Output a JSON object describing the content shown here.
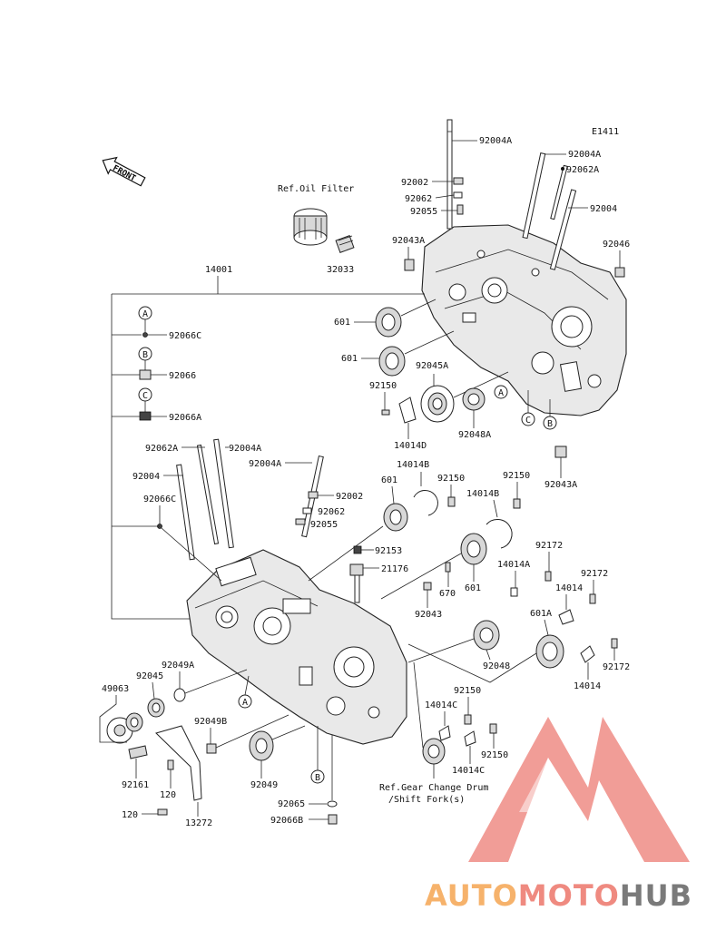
{
  "diagram": {
    "code": "E1411",
    "front_label": "FRONT",
    "ref_oil_filter": "Ref.Oil Filter",
    "ref_gear_line1": "Ref.Gear Change Drum",
    "ref_gear_line2": "/Shift Fork(s)",
    "labels": {
      "l92004A_1": "92004A",
      "l92004A_2": "92004A",
      "l92062A_1": "92062A",
      "l92004_1": "92004",
      "l92002_1": "92002",
      "l92062_1": "92062",
      "l92055_1": "92055",
      "l92043A_1": "92043A",
      "l92046": "92046",
      "l32033": "32033",
      "l14001": "14001",
      "l92066C_1": "92066C",
      "l92066": "92066",
      "l92066A": "92066A",
      "l601_1": "601",
      "l601_2": "601",
      "l92045A": "92045A",
      "l92150_1": "92150",
      "l14014D": "14014D",
      "l92048A": "92048A",
      "l92043A_2": "92043A",
      "l92062A_2": "92062A",
      "l92004A_3": "92004A",
      "l92004A_4": "92004A",
      "l92004_2": "92004",
      "l92066C_2": "92066C",
      "l92002_2": "92002",
      "l92062_2": "92062",
      "l92055_2": "92055",
      "l601_3": "601",
      "l14014B_1": "14014B",
      "l92150_2": "92150",
      "l92150_3": "92150",
      "l14014B_2": "14014B",
      "l92153": "92153",
      "l21176": "21176",
      "l601_4": "601",
      "l14014A": "14014A",
      "l92172_1": "92172",
      "l92172_2": "92172",
      "l14014_1": "14014",
      "l670": "670",
      "l92043": "92043",
      "l601A": "601A",
      "l92048": "92048",
      "l92172_3": "92172",
      "l14014_2": "14014",
      "l49063": "49063",
      "l92045": "92045",
      "l92049A": "92049A",
      "l92049B": "92049B",
      "l92150_4": "92150",
      "l14014C_1": "14014C",
      "l92150_5": "92150",
      "l14014C_2": "14014C",
      "l92161": "92161",
      "l120_1": "120",
      "l120_2": "120",
      "l13272": "13272",
      "l92049": "92049",
      "l92065": "92065",
      "l92066B": "92066B"
    },
    "callouts": {
      "a1": "A",
      "b1": "B",
      "c1": "C",
      "a2": "A",
      "c2": "C",
      "b2": "B",
      "a3": "A",
      "b3": "B"
    }
  },
  "watermark": {
    "part1": "AUTO",
    "part2": "MOTO",
    "part3": "HUB",
    "color1": "#f6b26b",
    "color2": "#ef8a80",
    "color3": "#7a7a7a",
    "logo_color": "#ef8c86"
  }
}
